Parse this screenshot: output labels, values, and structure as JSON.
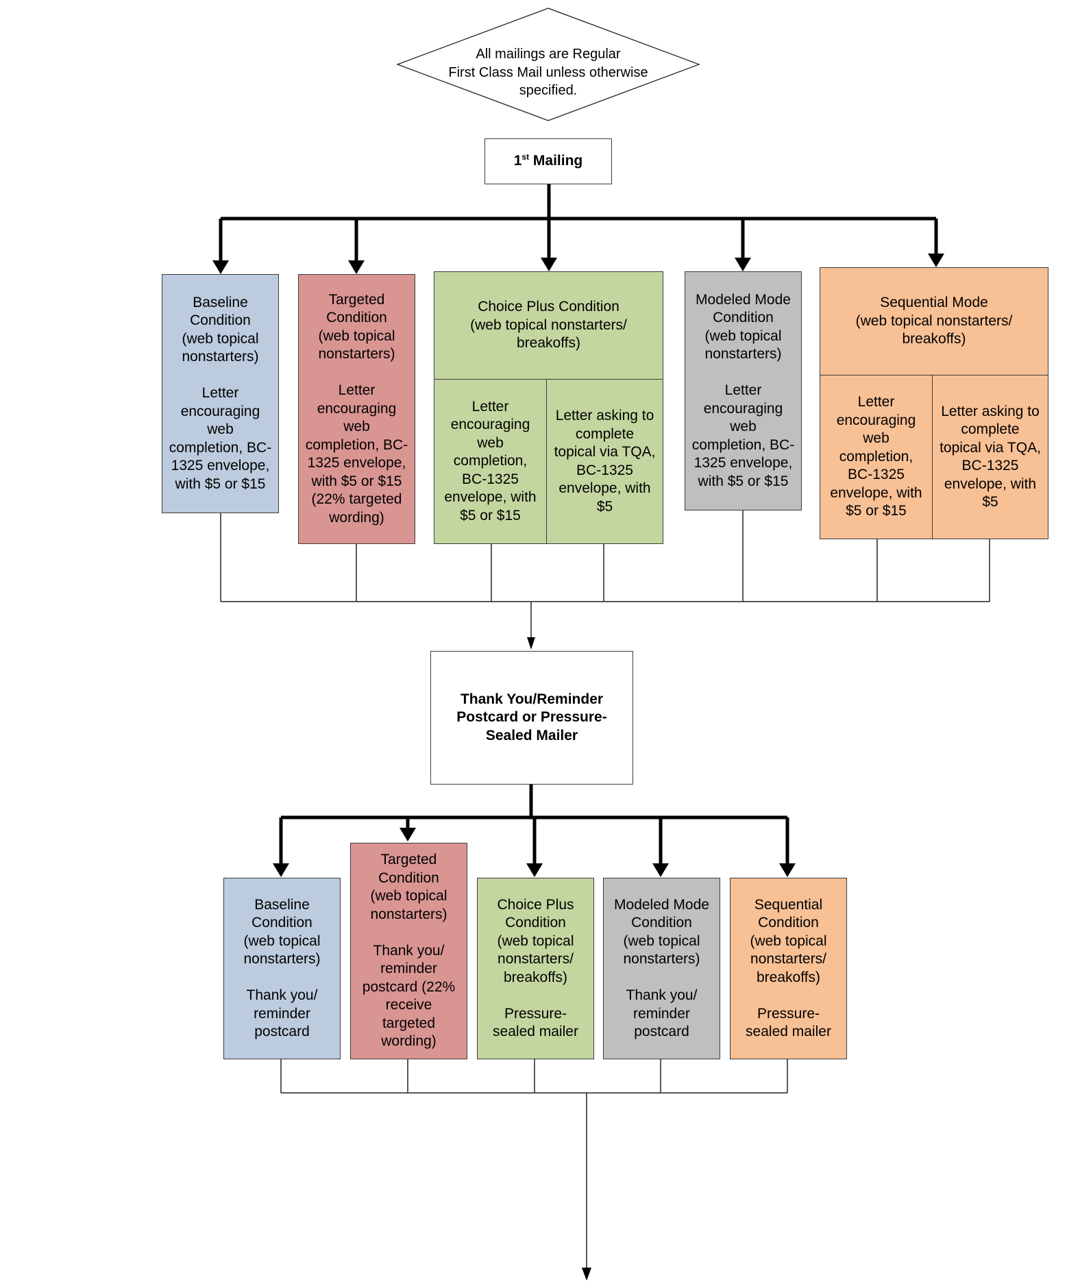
{
  "note": {
    "text": "All mailings are Regular\nFirst Class Mail unless otherwise\nspecified."
  },
  "first_mailing": {
    "number": "1",
    "ordinal": "st",
    "label": "Mailing"
  },
  "first_mailing_conditions": {
    "baseline": {
      "text": "Baseline\nCondition\n(web topical\nnonstarters)\n\nLetter\nencouraging\nweb\ncompletion, BC-\n1325 envelope,\nwith $5 or $15"
    },
    "targeted": {
      "text": "Targeted\nCondition\n(web topical\nnonstarters)\n\nLetter\nencouraging\nweb\ncompletion, BC-\n1325 envelope,\nwith $5 or $15\n(22% targeted\nwording)"
    },
    "choice_plus": {
      "header": "Choice Plus Condition\n(web topical nonstarters/\nbreakoffs)",
      "left": "Letter\nencouraging\nweb\ncompletion,\nBC-1325\nenvelope, with\n$5 or $15",
      "right": "Letter asking to\ncomplete\ntopical via TQA,\nBC-1325\nenvelope, with\n$5"
    },
    "modeled_mode": {
      "text": "Modeled Mode\nCondition\n(web topical\nnonstarters)\n\nLetter\nencouraging\nweb\ncompletion, BC-\n1325 envelope,\nwith $5 or $15"
    },
    "sequential": {
      "header": "Sequential Mode\n(web topical nonstarters/\nbreakoffs)",
      "left": "Letter\nencouraging\nweb\ncompletion,\nBC-1325\nenvelope, with\n$5 or $15",
      "right": "Letter asking to\ncomplete\ntopical via TQA,\nBC-1325\nenvelope, with\n$5"
    }
  },
  "reminder": {
    "text": "Thank You/Reminder\nPostcard or Pressure-\nSealed Mailer"
  },
  "reminder_conditions": {
    "baseline": {
      "text": "Baseline\nCondition\n(web topical\nnonstarters)\n\nThank you/\nreminder\npostcard"
    },
    "targeted": {
      "text": "Targeted\nCondition\n(web topical\nnonstarters)\n\nThank you/\nreminder\npostcard (22%\nreceive\ntargeted\nwording)"
    },
    "choice_plus": {
      "text": "Choice Plus\nCondition\n(web topical\nnonstarters/\nbreakoffs)\n\nPressure-\nsealed mailer"
    },
    "modeled_mode": {
      "text": "Modeled Mode\nCondition\n(web topical\nnonstarters)\n\nThank you/\nreminder\npostcard"
    },
    "sequential": {
      "text": "Sequential\nCondition\n(web topical\nnonstarters/\nbreakoffs)\n\nPressure-\nsealed mailer"
    }
  },
  "colors": {
    "baseline": "#bccbde",
    "targeted": "#d99592",
    "choice_plus": "#c4d6a0",
    "modeled_mode": "#bfbfbf",
    "sequential": "#f8c095"
  }
}
